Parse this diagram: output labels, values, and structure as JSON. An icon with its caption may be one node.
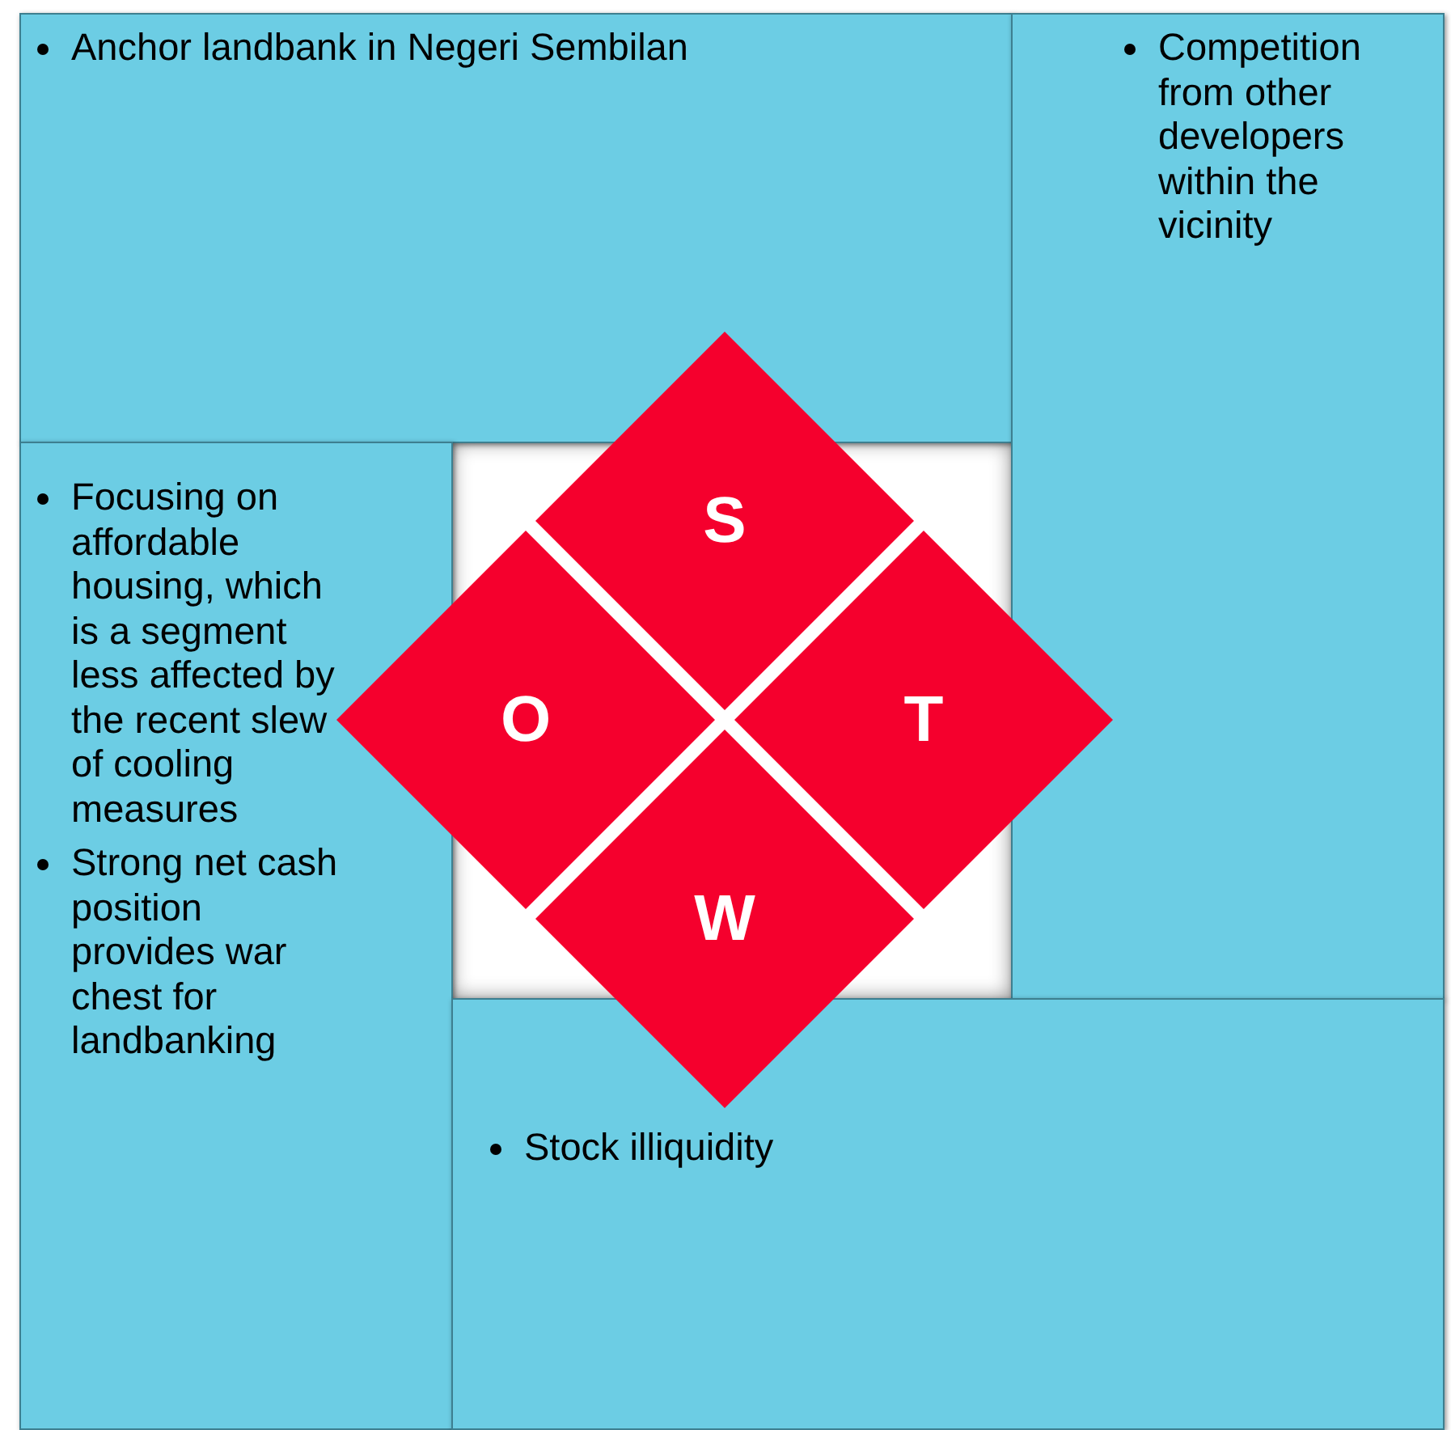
{
  "diagram": {
    "nodes": [
      {
        "text": [
          "Anchor landbank in Negeri Sembilan"
        ]
      },
      {
        "text": [
          "Competition from other developers within the vicinity"
        ]
      },
      {
        "text": [
          "Focusing on affordable housing, which is a segment less affected by the recent slew of cooling measures",
          "Strong net cash position provides war chest for landbanking"
        ]
      },
      {
        "text": [
          "Stock illiquidity"
        ]
      },
      {
        "text": [
          "S"
        ]
      },
      {
        "text": [
          "O"
        ]
      },
      {
        "text": [
          "T"
        ]
      },
      {
        "text": [
          "W"
        ]
      }
    ]
  }
}
